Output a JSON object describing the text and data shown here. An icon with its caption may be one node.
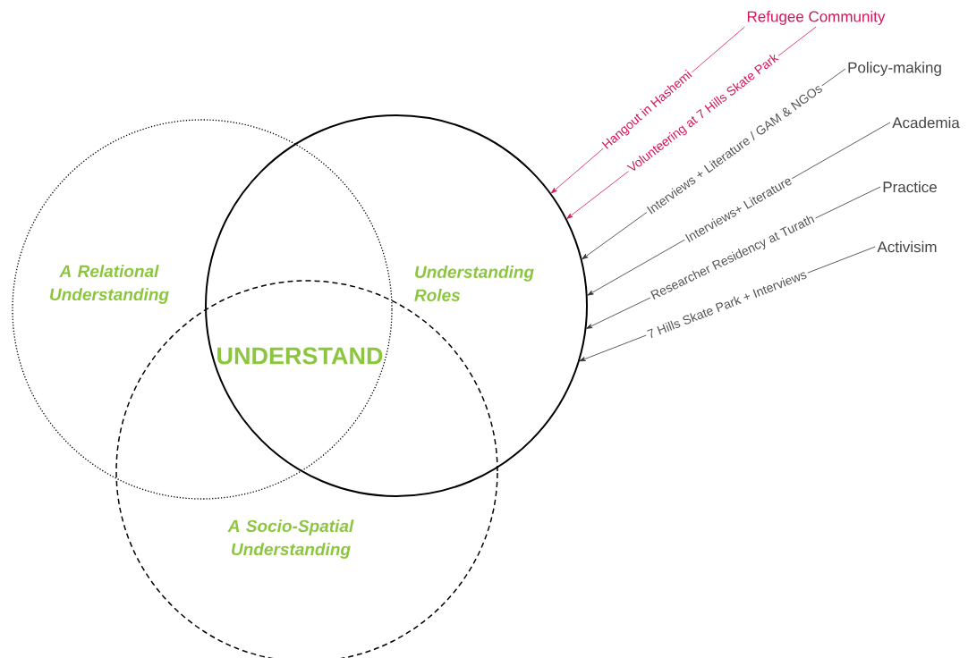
{
  "diagram": {
    "nodes": [
      {
        "text": [
          "A Relational Understanding"
        ]
      },
      {
        "text": [
          "Understanding Roles"
        ]
      },
      {
        "text": [
          "A Socio-Spatial Understanding"
        ]
      },
      {
        "text": [
          "Refugee Community"
        ]
      },
      {
        "text": [
          "Policy-making"
        ]
      },
      {
        "text": [
          "Academia"
        ]
      },
      {
        "text": [
          "Practice"
        ]
      },
      {
        "text": [
          "Activisim"
        ]
      }
    ],
    "edges": [
      {
        "from": 3,
        "to": 1,
        "arrow": "to",
        "label": "Hangout in Hashemi",
        "color": "#d4145a"
      },
      {
        "from": 3,
        "to": 1,
        "arrow": "to",
        "label": "Volunteering at  7 Hills Skate Park",
        "color": "#d4145a"
      },
      {
        "from": 4,
        "to": 1,
        "arrow": "to",
        "label": "Interviews + Literature / GAM & NGOs"
      },
      {
        "from": 5,
        "to": 1,
        "arrow": "to",
        "label": "Interviews+ Literature"
      },
      {
        "from": 6,
        "to": 1,
        "arrow": "to",
        "label": "Researcher Residency at Turath"
      },
      {
        "from": 7,
        "to": 1,
        "arrow": "to",
        "label": "7 Hills Skate Park + Interviews"
      }
    ],
    "labels": [
      "UNDERSTAND"
    ]
  }
}
